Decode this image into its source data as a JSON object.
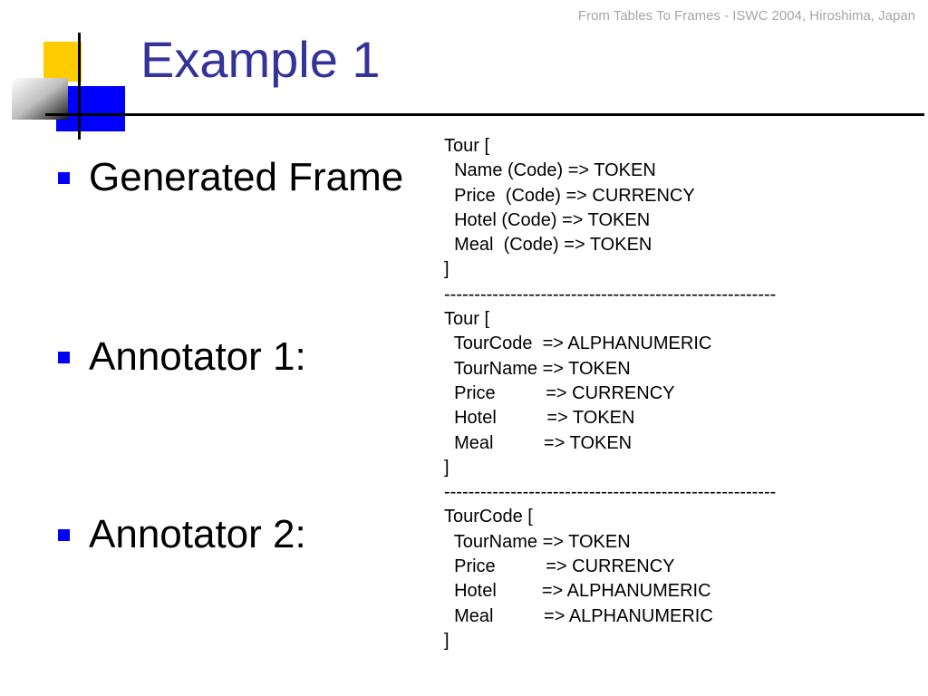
{
  "header": {
    "note": "From Tables To Frames - ISWC 2004, Hiroshima, Japan"
  },
  "title": "Example 1",
  "colors": {
    "title": "#333399",
    "bullet": "#0000ff",
    "deco_yellow": "#ffcc00",
    "deco_blue": "#0000ff",
    "rule": "#000000"
  },
  "bullets": [
    {
      "label": "Generated Frame"
    },
    {
      "label": "Annotator 1:"
    },
    {
      "label": "Annotator 2:"
    }
  ],
  "code_lines": [
    "Tour [",
    "  Name (Code) => TOKEN",
    "  Price  (Code) => CURRENCY",
    "  Hotel (Code) => TOKEN",
    "  Meal  (Code) => TOKEN",
    "]",
    "-------------------------------------------------------",
    "Tour [",
    "  TourCode  => ALPHANUMERIC",
    "  TourName => TOKEN",
    "  Price          => CURRENCY",
    "  Hotel          => TOKEN",
    "  Meal          => TOKEN",
    "]",
    "-------------------------------------------------------",
    "TourCode [",
    "  TourName => TOKEN",
    "  Price          => CURRENCY",
    "  Hotel         => ALPHANUMERIC",
    "  Meal          => ALPHANUMERIC",
    "]"
  ]
}
